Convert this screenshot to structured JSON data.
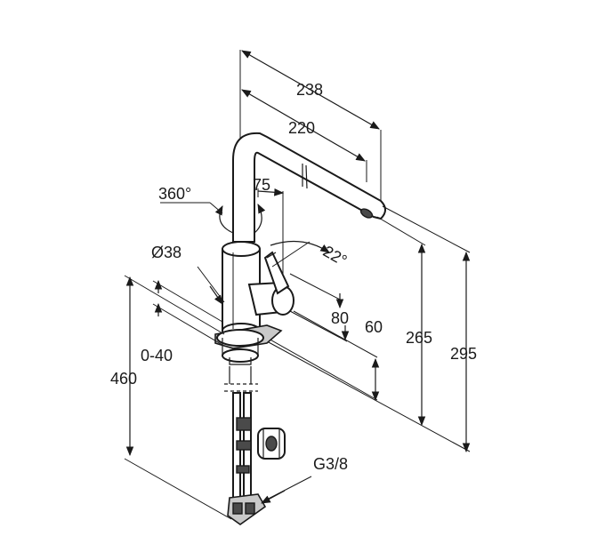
{
  "dimensions": {
    "overall_reach": "238",
    "spout_reach": "220",
    "swivel_angle": "360°",
    "lever_angle_75": "75",
    "lever_tilt": "22°",
    "base_diameter": "Ø38",
    "lever_height": "80",
    "handle_height": "60",
    "spout_outlet_height": "265",
    "total_height": "295",
    "deck_thickness": "0-40",
    "hose_length": "460",
    "connection_thread": "G3/8"
  }
}
